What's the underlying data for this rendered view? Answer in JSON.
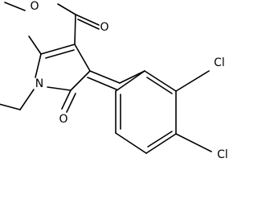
{
  "atoms": {
    "ester_o1": "O",
    "ester_o2": "O",
    "nitrogen": "N",
    "ketone_o": "O",
    "chlorine1": "Cl",
    "chlorine2": "Cl"
  },
  "colors": {
    "bond": "#000000",
    "text": "#000000",
    "background": "#ffffff"
  }
}
